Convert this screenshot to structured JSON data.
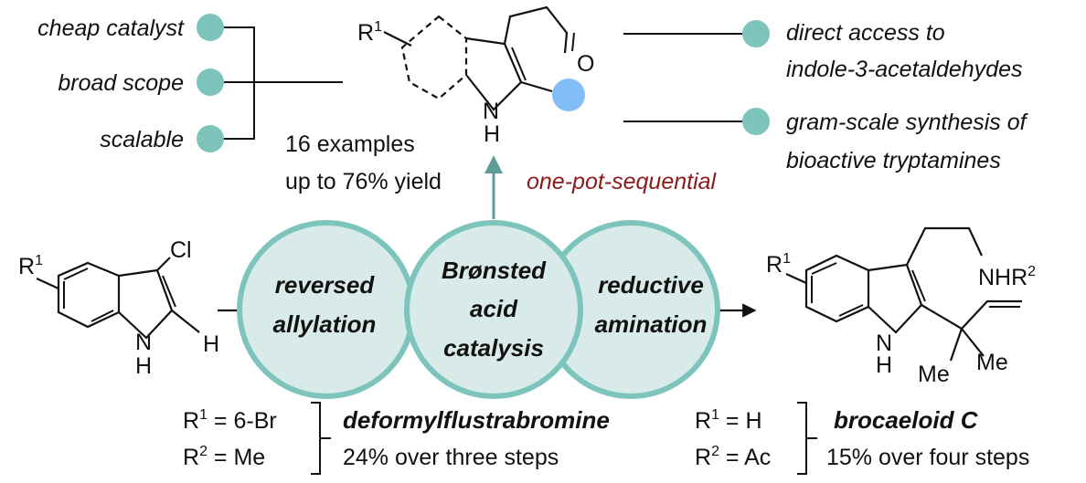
{
  "colors": {
    "teal": "#7dc4bd",
    "teal_dark": "#5e9e98",
    "circle_fill": "#d8ebe9",
    "blue_dot": "#82bdf8",
    "red_text": "#8b1a1a",
    "line": "#111111"
  },
  "left_features": [
    "cheap catalyst",
    "broad scope",
    "scalable"
  ],
  "right_features": {
    "top": [
      "direct access to",
      "indole-3-acetaldehydes"
    ],
    "bottom": [
      "gram-scale synthesis of",
      "bioactive tryptamines"
    ]
  },
  "stats": [
    "16 examples",
    "up to 76% yield"
  ],
  "one_pot": "one-pot-sequential",
  "circles": {
    "left": [
      "reversed",
      "allylation"
    ],
    "middle": [
      "Brønsted",
      "acid",
      "catalysis"
    ],
    "right": [
      "reductive",
      "amination"
    ]
  },
  "atoms": {
    "product_O": "O",
    "product_N": "N",
    "product_H": "H",
    "sm_Cl": "Cl",
    "sm_N": "N",
    "sm_H_n": "H",
    "sm_H_c": "H",
    "r1": "R",
    "r1_sup": "1",
    "tryp_N": "N",
    "tryp_H": "H",
    "tryp_NHR": "NHR",
    "tryp_NHR_sup": "2",
    "me1": "Me",
    "me2": "Me"
  },
  "conditions": {
    "left": {
      "r1": "R",
      "r1_sup": "1",
      "r1_val": " = 6-Br",
      "r2": "R",
      "r2_sup": "2",
      "r2_val": " = Me",
      "name": "deformylflustrabromine",
      "yield": "24% over three  steps"
    },
    "right": {
      "r1": "R",
      "r1_sup": "1",
      "r1_val": " = H",
      "r2": "R",
      "r2_sup": "2",
      "r2_val": " = Ac",
      "name": "brocaeloid C",
      "yield": "15% over four steps"
    }
  }
}
